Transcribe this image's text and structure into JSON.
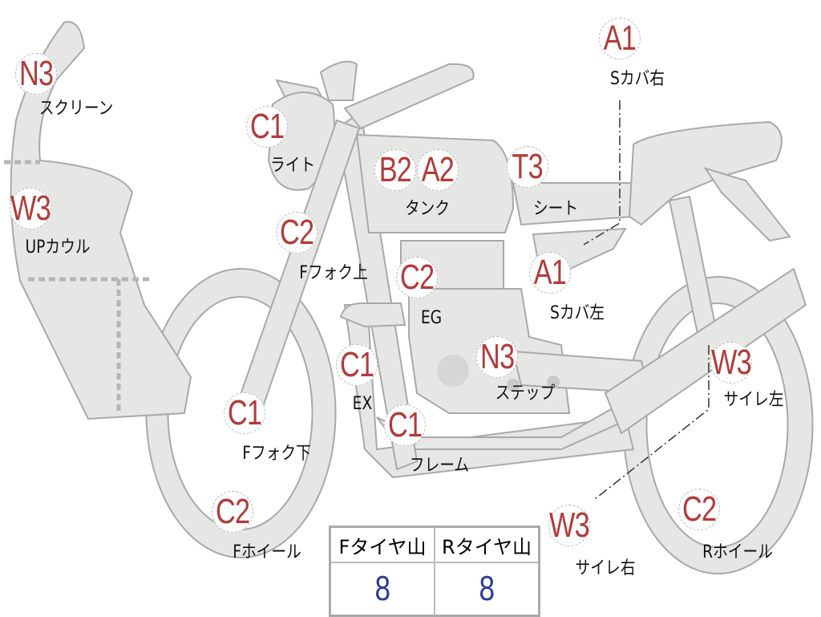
{
  "colors": {
    "part_fill": "#e6e6e4",
    "part_stroke": "#a9a9a9",
    "badge_text": "#b03c3c",
    "value_text": "#2c3d96"
  },
  "parts": [
    {
      "id": "screen",
      "code": "N3",
      "label": "スクリーン"
    },
    {
      "id": "up-cowl",
      "code": "W3",
      "label": "UPカウル"
    },
    {
      "id": "light",
      "code": "C1",
      "label": "ライト"
    },
    {
      "id": "fork-upper",
      "code": "C2",
      "label": "Fフォク上"
    },
    {
      "id": "tank-b",
      "code": "B2",
      "label": ""
    },
    {
      "id": "tank-a",
      "code": "A2",
      "label": "タンク"
    },
    {
      "id": "seat",
      "code": "T3",
      "label": "シート"
    },
    {
      "id": "side-cover-right",
      "code": "A1",
      "label": "Sカバ右"
    },
    {
      "id": "side-cover-left",
      "code": "A1",
      "label": "Sカバ左"
    },
    {
      "id": "engine",
      "code": "C2",
      "label": "EG"
    },
    {
      "id": "step",
      "code": "N3",
      "label": "ステップ"
    },
    {
      "id": "exhaust",
      "code": "C1",
      "label": "EX"
    },
    {
      "id": "fork-lower",
      "code": "C1",
      "label": "Fフォク下"
    },
    {
      "id": "frame",
      "code": "C1",
      "label": "フレーム"
    },
    {
      "id": "silencer-left",
      "code": "W3",
      "label": "サイレ左"
    },
    {
      "id": "front-wheel",
      "code": "C2",
      "label": "Fホイール"
    },
    {
      "id": "silencer-right",
      "code": "W3",
      "label": "サイレ右"
    },
    {
      "id": "rear-wheel",
      "code": "C2",
      "label": "Rホイール"
    }
  ],
  "tread": {
    "headers": [
      "Fタイヤ山",
      "Rタイヤ山"
    ],
    "values": [
      "8",
      "8"
    ]
  }
}
